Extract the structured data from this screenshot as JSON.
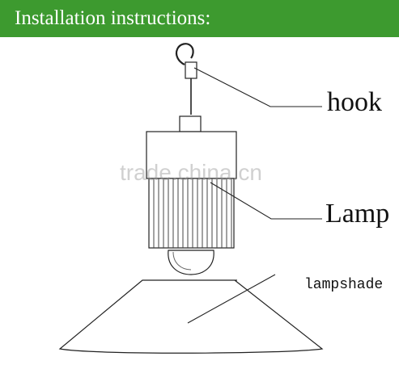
{
  "banner": {
    "title": "Installation instructions:",
    "color": "#3d9a2f"
  },
  "labels": {
    "hook": "hook",
    "lamp": "Lamp",
    "lampshade": "lampshade"
  },
  "watermark": "trade.china.cn"
}
